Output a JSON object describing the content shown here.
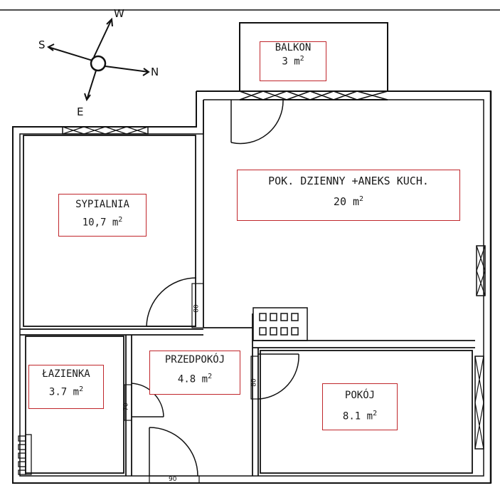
{
  "compass": {
    "w": "W",
    "s": "S",
    "n": "N",
    "e": "E"
  },
  "rooms": {
    "balkon": {
      "name": "BALKON",
      "area": "3",
      "unit": "m",
      "exp": "2"
    },
    "dzienny": {
      "name": "POK. DZIENNY  +ANEKS KUCH.",
      "area": "20",
      "unit": "m",
      "exp": "2"
    },
    "sypialnia": {
      "name": "SYPIALNIA",
      "area": "10,7",
      "unit": "m",
      "exp": "2"
    },
    "lazienka": {
      "name": "ŁAZIENKA",
      "area": "3.7",
      "unit": "m",
      "exp": "2"
    },
    "przedpokoj": {
      "name": "PRZEDPOKÓJ",
      "area": "4.8",
      "unit": "m",
      "exp": "2"
    },
    "pokoj": {
      "name": "POKÓJ",
      "area": "8.1",
      "unit": "m",
      "exp": "2"
    }
  },
  "dimensions": {
    "door_sypialnia": "80",
    "door_lazienka": "70",
    "door_pokoj": "80",
    "entrance": "90"
  }
}
